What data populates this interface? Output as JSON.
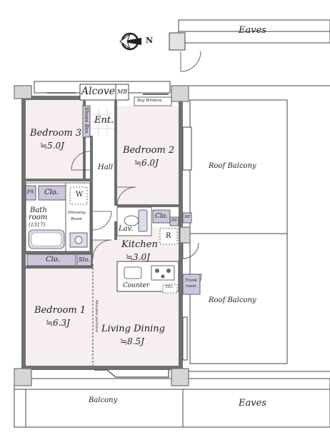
{
  "compass": {
    "label": "N"
  },
  "labels": {
    "eaves_top": "Eaves",
    "eaves_bottom": "Eaves",
    "alcove": "Alcove",
    "mb": "MB",
    "bay_window": "Bay Window",
    "shoes_box": "Shoes Box",
    "entrance": "Ent.",
    "hall": "Hall",
    "roof_balcony_upper": "Roof Balcony",
    "roof_balcony_lower": "Roof Balcony",
    "balcony": "Balcony",
    "ps_left": "PS",
    "ps_right": "PS",
    "closet_bed3": "Clo.",
    "closet_kitchen": "Clo.",
    "closet_bed1": "Clo.",
    "storage": "Sto.",
    "washer": "W",
    "bathroom_line1": "Bath",
    "bathroom_line2": "room",
    "bathroom_size": "(1317)",
    "dressing_line1": "Dressing",
    "dressing_line2": "Room",
    "lavatory": "Lav.",
    "sr": "SR",
    "refrigerator": "R",
    "counter": "Counter",
    "tel": "TEL",
    "trunk_line1": "Trunk",
    "trunk_line2": "room",
    "movable_partition": "Movable partition"
  },
  "rooms": [
    {
      "id": "bedroom3",
      "name": "Bedroom 3",
      "area": "≒5.0J"
    },
    {
      "id": "bedroom2",
      "name": "Bedroom 2",
      "area": "≒6.0J"
    },
    {
      "id": "kitchen",
      "name": "Kitchen",
      "area": "≒3.0J"
    },
    {
      "id": "bedroom1",
      "name": "Bedroom 1",
      "area": "≒6.3J"
    },
    {
      "id": "living",
      "name": "Living Dining",
      "area": "≒8.5J"
    }
  ],
  "colors": {
    "room_fill": "#f7eeef",
    "wall": "#6f7070",
    "column": "#d5d6d6",
    "fixture": "#cdc6dc",
    "line": "#444444"
  }
}
